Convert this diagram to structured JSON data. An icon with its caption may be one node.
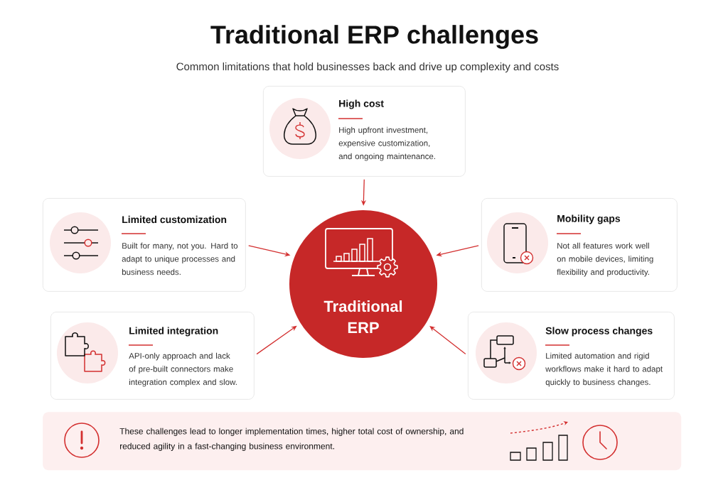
{
  "diagram": {
    "title": "Traditional ERP challenges",
    "nodes": [
      {
        "text": [
          "High cost",
          "High upfront investment, expensive customization, and ongoing maintenance."
        ]
      },
      {
        "text": [
          "Limited customization",
          "Built for many, not you. Hard to adapt to unique processes and business needs."
        ]
      },
      {
        "text": [
          "Mobility gaps",
          "Not all features work well on mobile devices, limiting flexibility and productivity."
        ]
      },
      {
        "text": [
          "Traditional ERP"
        ]
      },
      {
        "text": [
          "Limited integration",
          "API-only approach and lack of pre-built connectors make integration complex and slow."
        ]
      },
      {
        "text": [
          "Slow process changes",
          "Limited automation and rigid workflows make it hard to adapt quickly to business changes."
        ]
      },
      {
        "text": [
          "These challenges lead to longer implementation times, higher total cost of ownership, and reduced agility in a fast-changing business environment."
        ]
      }
    ],
    "edges": [
      {
        "from": 0,
        "to": 3,
        "arrow": "to"
      },
      {
        "from": 1,
        "to": 3,
        "arrow": "to"
      },
      {
        "from": 2,
        "to": 3,
        "arrow": "to"
      },
      {
        "from": 4,
        "to": 3,
        "arrow": "to"
      },
      {
        "from": 5,
        "to": 3,
        "arrow": "to"
      }
    ],
    "labels": [
      "Common limitations that hold businesses back and drive up complexity and costs"
    ]
  }
}
